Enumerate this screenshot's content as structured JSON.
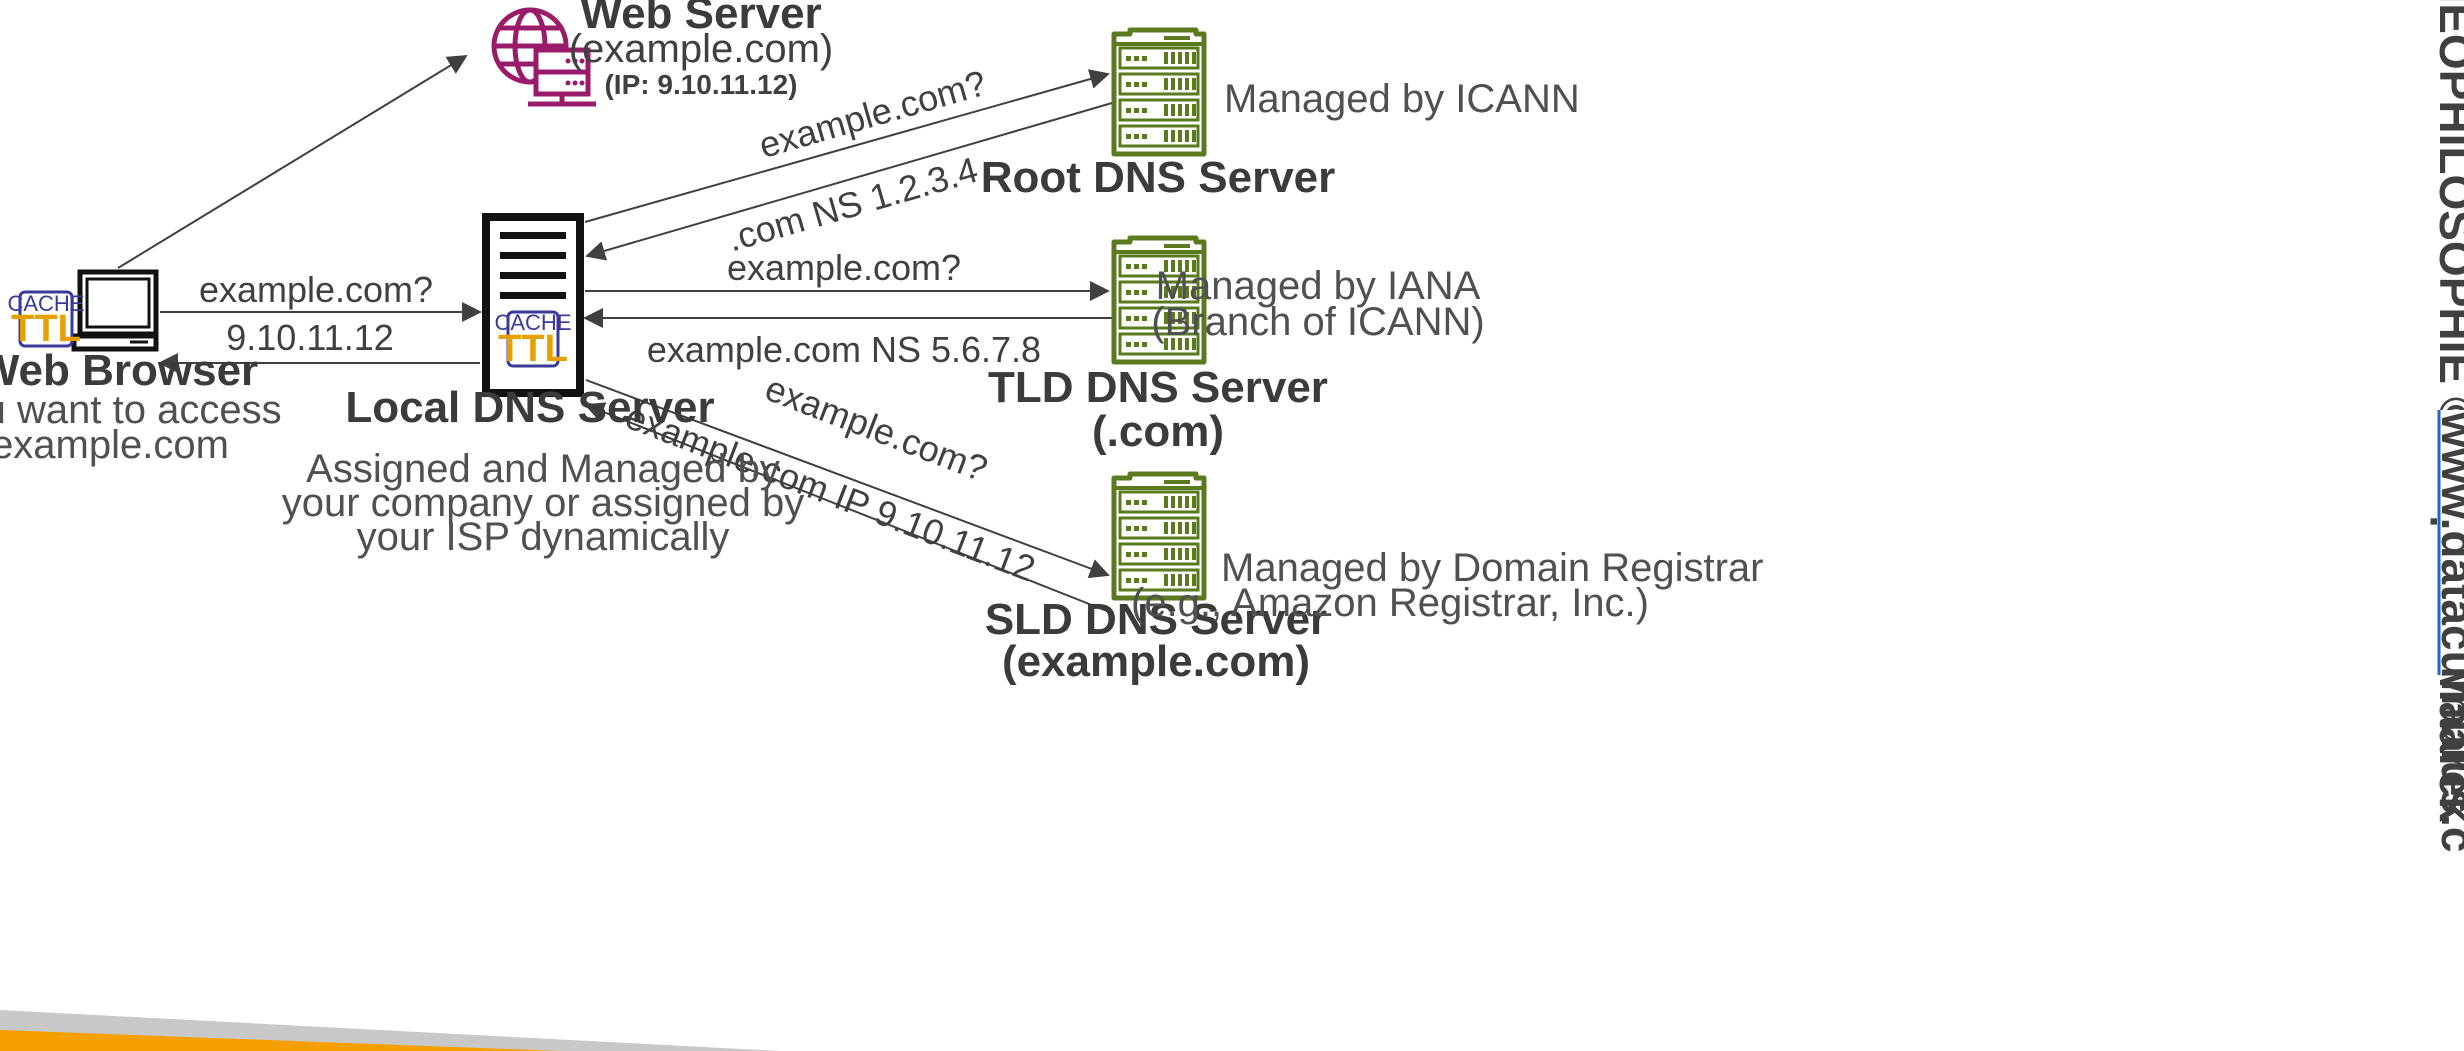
{
  "nodes": {
    "web_server": {
      "title": "Web Server",
      "subtitle": "(example.com)",
      "ip": "(IP: 9.10.11.12)"
    },
    "web_browser": {
      "title": "Web Browser",
      "desc1": "You want to access",
      "desc2": "example.com"
    },
    "local_dns": {
      "title": "Local DNS Server",
      "desc1": "Assigned and Managed by",
      "desc2": "your company or assigned by",
      "desc3": "your ISP dynamically"
    },
    "root_dns": {
      "title": "Root DNS Server",
      "note": "Managed by ICANN"
    },
    "tld_dns": {
      "title": "TLD DNS Server",
      "subtitle": "(.com)",
      "note1": "Managed by IANA",
      "note2": "(Branch of ICANN)"
    },
    "sld_dns": {
      "title": "SLD DNS Server",
      "subtitle": "(example.com)",
      "note1": "Managed by Domain Registrar",
      "note2": "(e.g., Amazon Registrar, Inc.)"
    }
  },
  "cache": {
    "label": "CACHE",
    "ttl": "TTL"
  },
  "edges": {
    "browser_query": "example.com?",
    "browser_answer": "9.10.11.12",
    "root_query": "example.com?",
    "root_answer": ".com NS 1.2.3.4",
    "tld_query": "example.com?",
    "tld_answer": "example.com NS 5.6.7.8",
    "sld_query": "example.com?",
    "sld_answer": "example.com IP 9.10.11.12"
  },
  "watermark": {
    "left": "NEOPHILOSOPHIE © Stephane Maarek",
    "right": "www.datacumulus.c"
  },
  "colors": {
    "server_green": "#5a7a1e",
    "web_server_purple": "#9b1b6b",
    "ttl_orange": "#e8a000",
    "cache_blue": "#3a3a9a",
    "accent_orange": "#f5a000",
    "watermark_blue": "#1f66c9"
  }
}
